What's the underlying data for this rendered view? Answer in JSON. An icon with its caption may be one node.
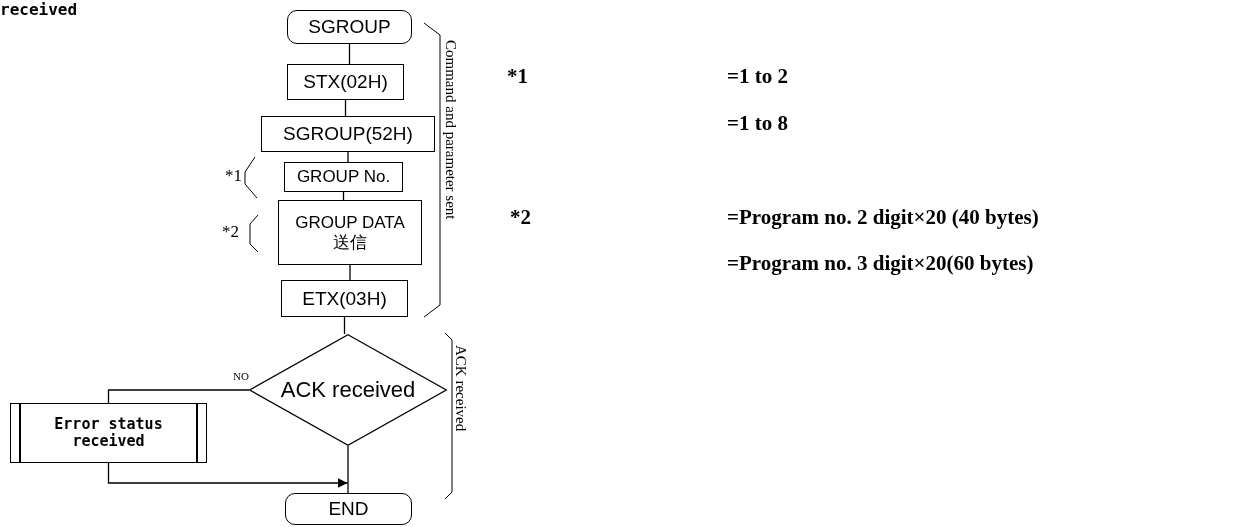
{
  "diagram": {
    "nodes": [
      {
        "text": [
          "SGROUP"
        ]
      },
      {
        "text": [
          "STX(02H)"
        ]
      },
      {
        "text": [
          "SGROUP(52H)"
        ]
      },
      {
        "text": [
          "GROUP No."
        ]
      },
      {
        "text": [
          "GROUP DATA 送信"
        ]
      },
      {
        "text": [
          "ETX(03H)"
        ]
      },
      {
        "text": [
          "ACK received"
        ]
      },
      {
        "text": [
          "Error status received"
        ]
      },
      {
        "text": [
          "END"
        ]
      }
    ],
    "edges": [
      {
        "from": 0,
        "to": 1,
        "arrow": "none"
      },
      {
        "from": 1,
        "to": 2,
        "arrow": "none"
      },
      {
        "from": 2,
        "to": 3,
        "arrow": "none"
      },
      {
        "from": 3,
        "to": 4,
        "arrow": "none"
      },
      {
        "from": 4,
        "to": 5,
        "arrow": "none"
      },
      {
        "from": 5,
        "to": 6,
        "arrow": "none"
      },
      {
        "from": 6,
        "to": 7,
        "arrow": "none",
        "label": "NO"
      },
      {
        "from": 7,
        "to": 8,
        "arrow": "to"
      },
      {
        "from": 6,
        "to": 8,
        "arrow": "none"
      }
    ],
    "labels": [
      "received",
      "*1",
      "*2",
      "Command and parameter sent",
      "ACK received",
      "*1",
      "=1 to 2",
      "=1 to 8",
      "*2",
      "=Program no. 2 digit×20 (40 bytes)",
      "=Program no. 3 digit×20(60 bytes)"
    ]
  }
}
